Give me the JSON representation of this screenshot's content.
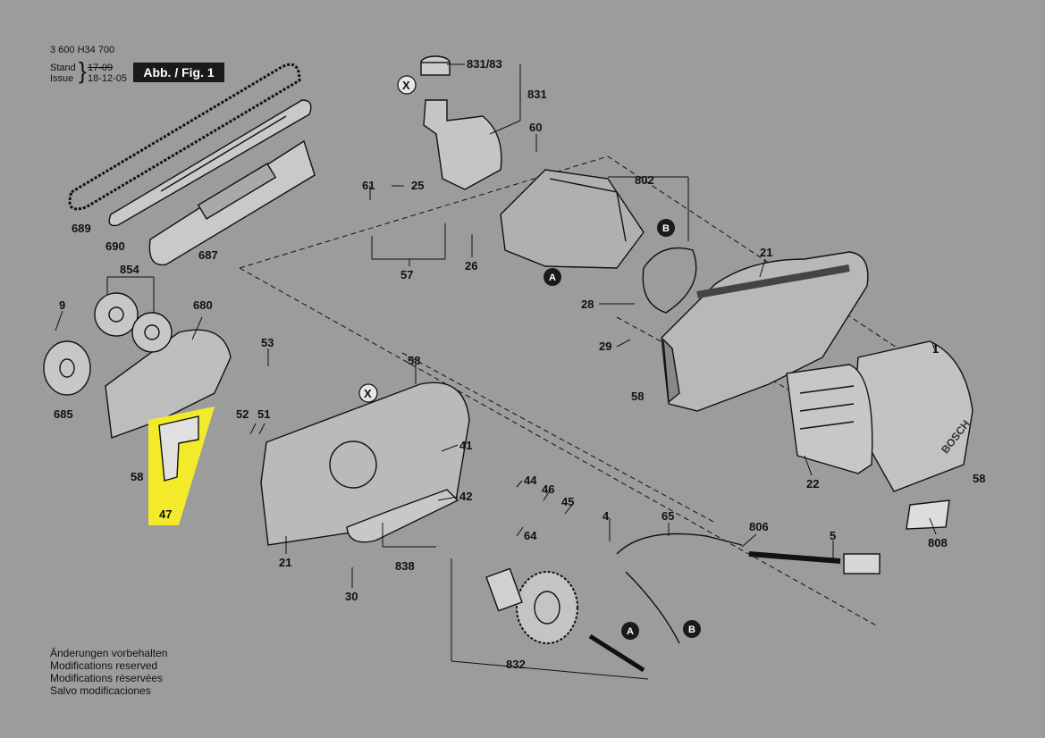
{
  "header": {
    "doc_number": "3 600 H34 700",
    "stand_label": "Stand",
    "stand_date": "17-09",
    "issue_label": "Issue",
    "issue_date": "18-12-05",
    "figure_badge": "Abb. / Fig. 1"
  },
  "footer": {
    "lines": [
      "Änderungen vorbehalten",
      "Modifications reserved",
      "Modifications réservées",
      "Salvo modificaciones"
    ]
  },
  "colors": {
    "background": "#9c9c9c",
    "line": "#111111",
    "highlight": "#f3ea2a",
    "marker": "#1a1a1a"
  },
  "part_labels": {
    "p1": "1",
    "p4": "4",
    "p5": "5",
    "p9": "9",
    "p21a": "21",
    "p21b": "21",
    "p22": "22",
    "p25": "25",
    "p26": "26",
    "p28": "28",
    "p29": "29",
    "p30": "30",
    "p41": "41",
    "p42": "42",
    "p44": "44",
    "p45": "45",
    "p46": "46",
    "p47": "47",
    "p51": "51",
    "p52": "52",
    "p53": "53",
    "p57": "57",
    "p58a": "58",
    "p58b": "58",
    "p58c": "58",
    "p58d": "58",
    "p60": "60",
    "p61": "61",
    "p64": "64",
    "p65": "65",
    "p680": "680",
    "p685": "685",
    "p687": "687",
    "p689": "689",
    "p690": "690",
    "p802": "802",
    "p806": "806",
    "p808": "808",
    "p831": "831",
    "p831_83": "831/83",
    "p832": "832",
    "p838": "838",
    "p854": "854"
  },
  "markers": {
    "A": "A",
    "B": "B",
    "X": "X"
  },
  "highlighted_part": "47",
  "brand_mark": "BOSCH"
}
